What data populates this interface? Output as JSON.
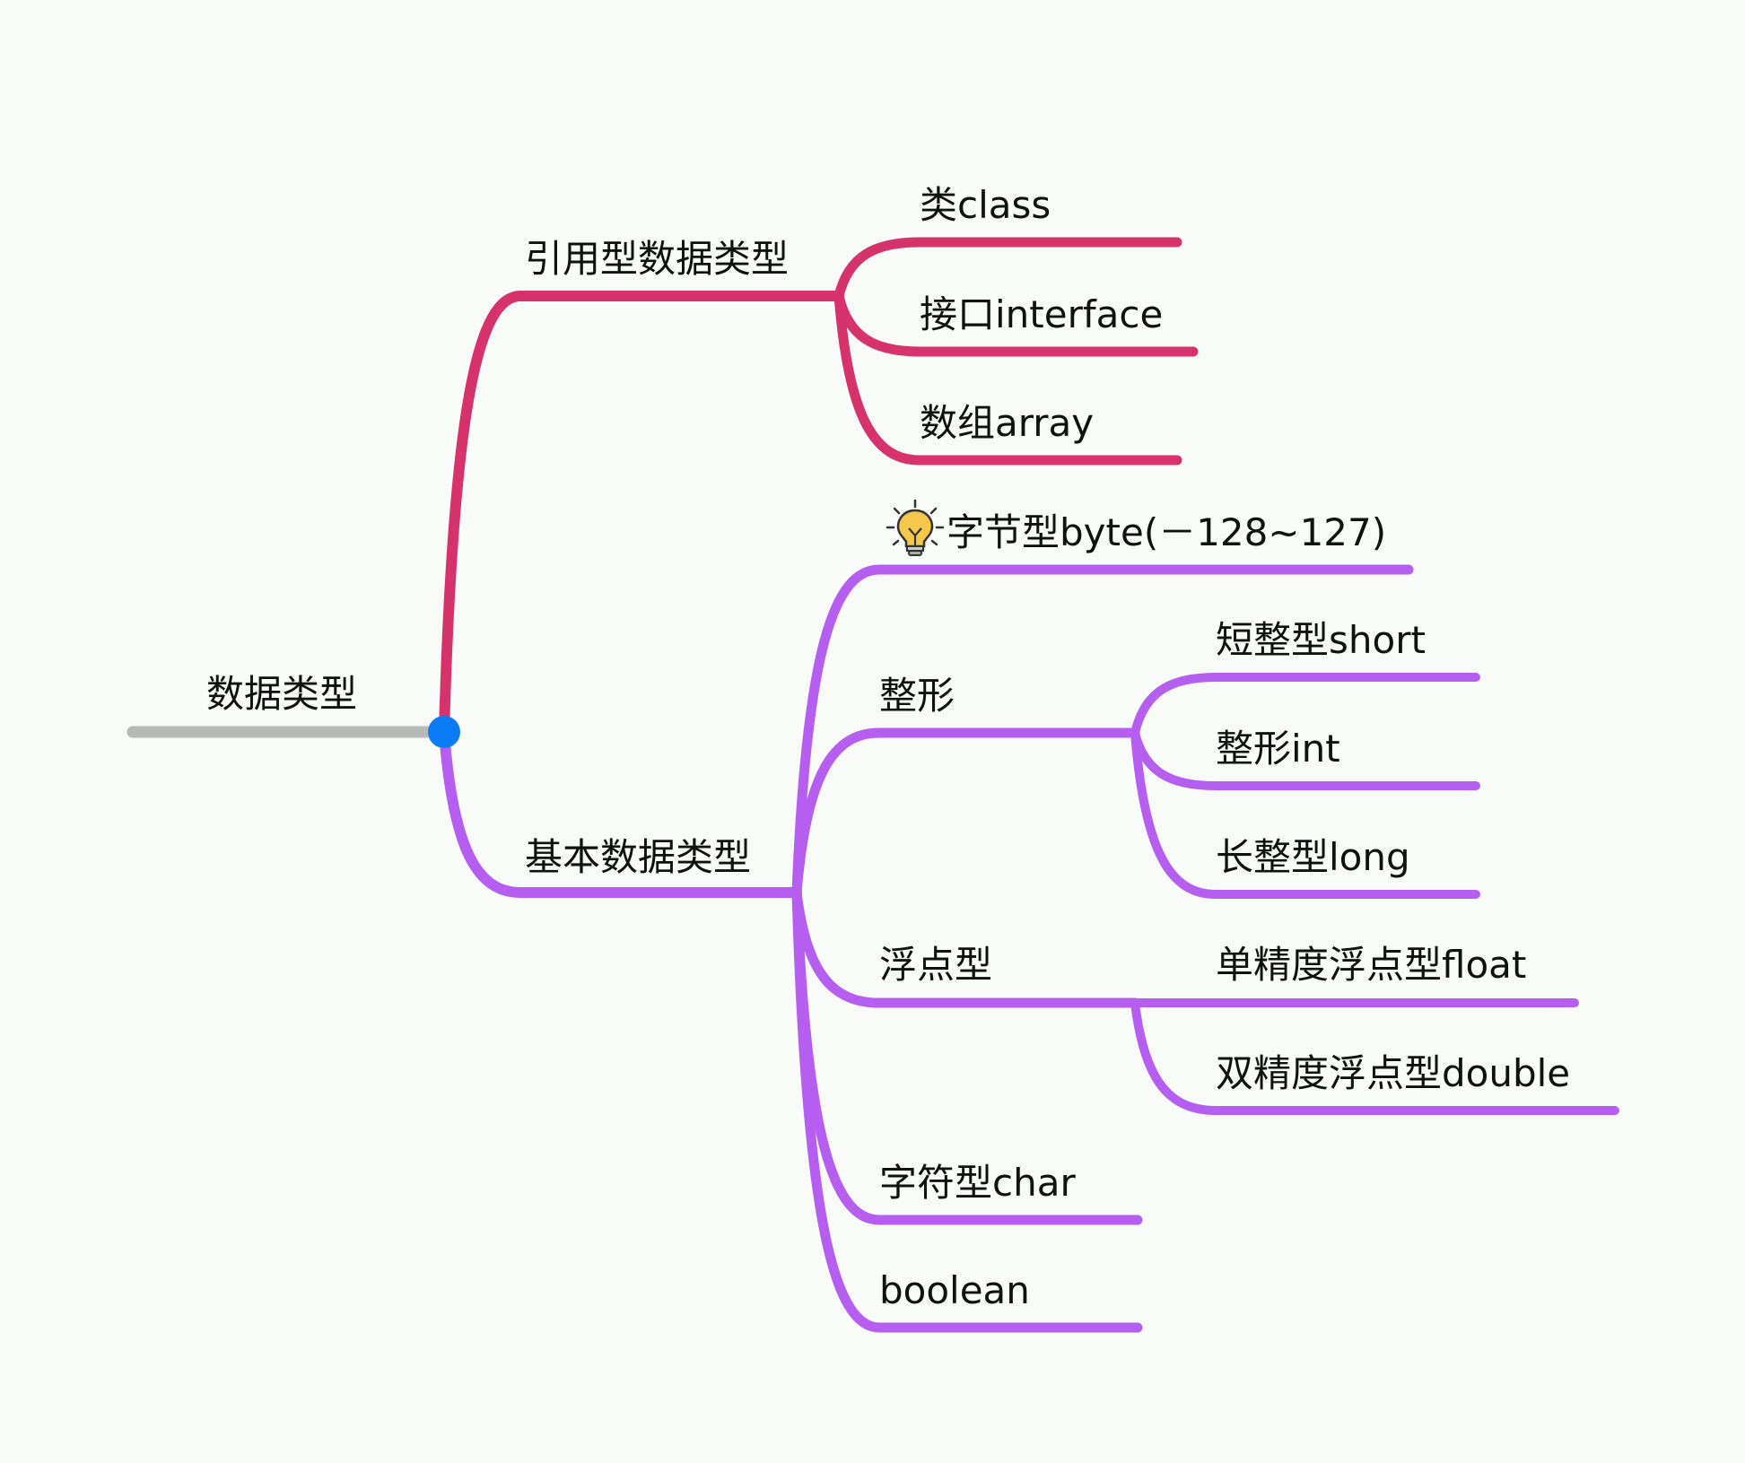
{
  "colors": {
    "root_line": "#b9b9b9",
    "reference": "#d6336c",
    "primitive": "#b65ef0",
    "root_dot": "#0a7cf5",
    "text": "#111111",
    "background": "#f8fbf7"
  },
  "root": {
    "label": "数据类型"
  },
  "reference": {
    "label": "引用型数据类型",
    "children": [
      "类class",
      "接口interface",
      "数组array"
    ]
  },
  "primitive": {
    "label": "基本数据类型",
    "byte": {
      "label": "字节型byte(－128~127)",
      "icon": "lightbulb-icon"
    },
    "integer": {
      "label": "整形",
      "children": [
        "短整型short",
        "整形int",
        "长整型long"
      ]
    },
    "float": {
      "label": "浮点型",
      "children": [
        "单精度浮点型float",
        "双精度浮点型double"
      ]
    },
    "char": {
      "label": "字符型char"
    },
    "boolean": {
      "label": "boolean"
    }
  }
}
